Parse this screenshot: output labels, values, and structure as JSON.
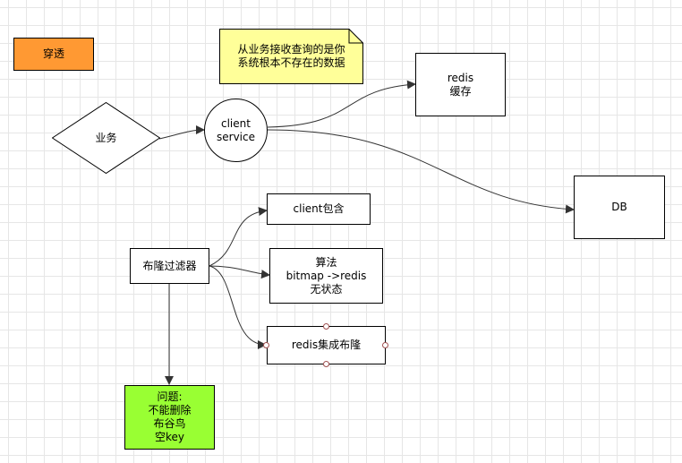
{
  "nodes": {
    "penetration": "穿透",
    "note": "从业务接收查询的是你\n系统根本不存在的数据",
    "business": "业务",
    "client_service": "client\nservice",
    "redis_cache": "redis\n缓存",
    "db": "DB",
    "bloom_filter": "布隆过滤器",
    "client_contains": "client包含",
    "algorithm": "算法\nbitmap ->redis\n无状态",
    "redis_bloom": "redis集成布隆",
    "issues": "问题:\n不能删除\n布谷鸟\n空key"
  },
  "colors": {
    "penetration_fill": "#ff9933",
    "note_fill": "#ffff99",
    "issues_fill": "#99ff33",
    "line": "#333333",
    "handle": "#a05050"
  }
}
